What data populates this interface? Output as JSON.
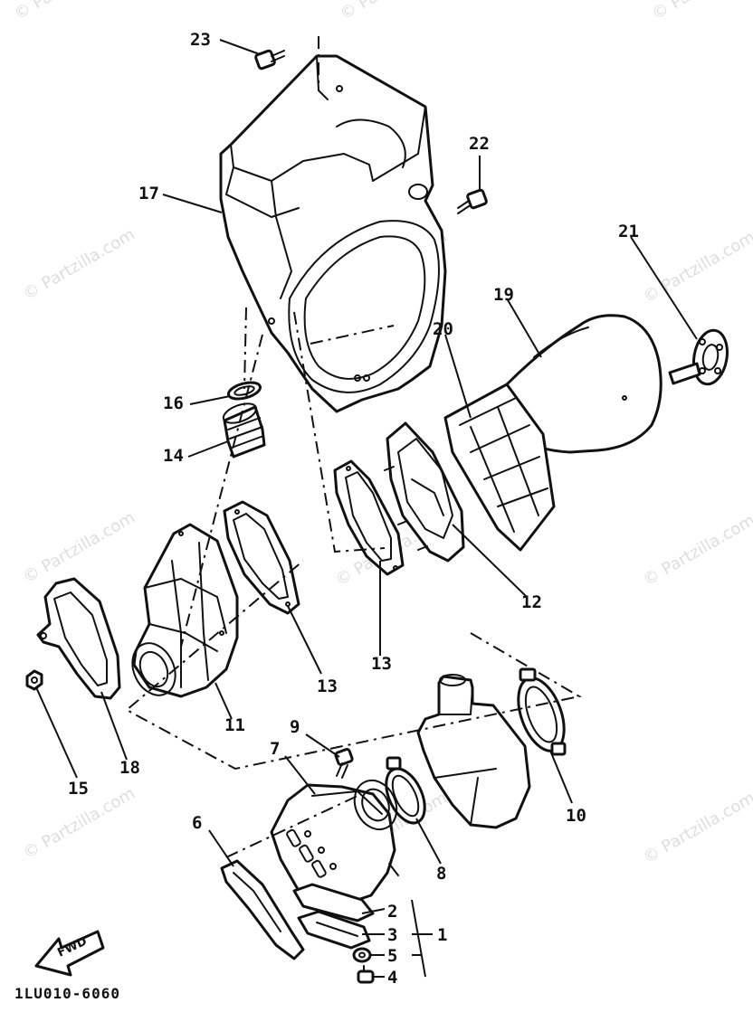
{
  "diagram": {
    "code": "1LU010-6060",
    "fwd_label": "FWD",
    "watermark": "© Partzilla.com",
    "callouts": [
      "1",
      "2",
      "3",
      "4",
      "5",
      "6",
      "7",
      "8",
      "9",
      "10",
      "11",
      "12",
      "13",
      "13",
      "14",
      "15",
      "16",
      "17",
      "18",
      "19",
      "20",
      "21",
      "22",
      "23"
    ]
  }
}
